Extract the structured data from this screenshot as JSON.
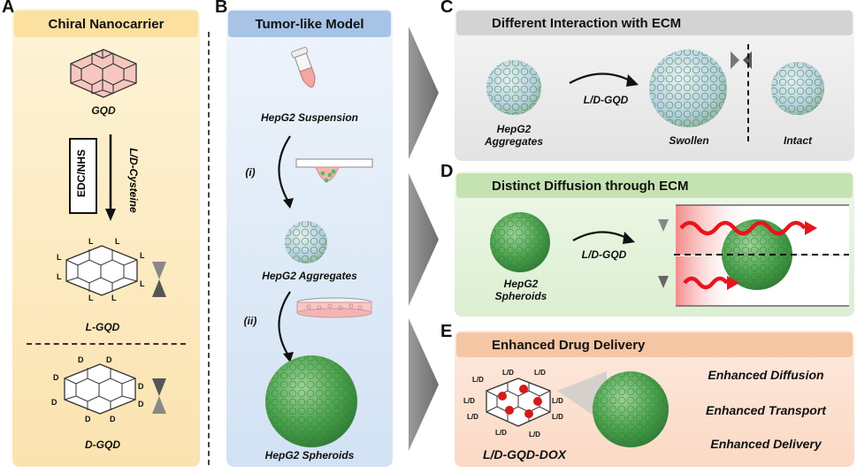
{
  "panels": {
    "a": {
      "letter": "A",
      "header": "Chiral Nanocarrier",
      "gqd_label": "GQD",
      "reagent_box": "EDC/NHS",
      "reagent_side": "L/D-Cysteine",
      "l_label": "L-GQD",
      "d_label": "D-GQD",
      "l_mark": "L",
      "d_mark": "D"
    },
    "b": {
      "letter": "B",
      "header": "Tumor-like Model",
      "suspension": "HepG2 Suspension",
      "step1": "(i)",
      "aggregates": "HepG2 Aggregates",
      "step2": "(ii)",
      "spheroids": "HepG2 Spheroids"
    },
    "c": {
      "letter": "C",
      "header": "Different Interaction with ECM",
      "aggregates": "HepG2\nAggregates",
      "arrow_label": "L/D-GQD",
      "swollen": "Swollen",
      "intact": "Intact"
    },
    "d": {
      "letter": "D",
      "header": "Distinct Diffusion through ECM",
      "spheroids": "HepG2\nSpheroids",
      "arrow_label": "L/D-GQD"
    },
    "e": {
      "letter": "E",
      "header": "Enhanced Drug Delivery",
      "label": "L/D-GQD-DOX",
      "mark": "L/D",
      "benefits": [
        "Enhanced Diffusion",
        "Enhanced Transport",
        "Enhanced Delivery"
      ]
    }
  },
  "colors": {
    "panel_a_header": "#fbe3a4",
    "panel_b_header": "#a9c5e8",
    "panel_c_header": "#d4d4d4",
    "panel_d_header": "#c7e3b5",
    "panel_e_header": "#f6c9a8",
    "cell_green": "#4caa4c",
    "wave_red": "#e8141c",
    "dox_red": "#d61a1a"
  }
}
